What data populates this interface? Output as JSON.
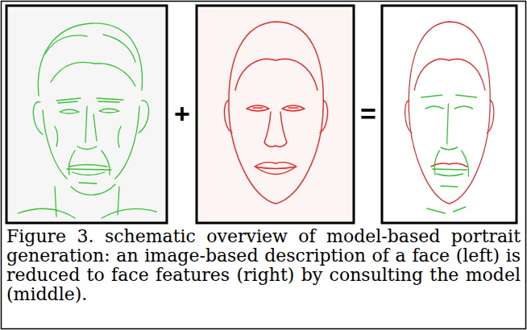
{
  "diagram": {
    "caption": "Figure 3. schematic overview of model-based portrait generation: an image-based description of a face (left) is reduced to face features (right) by consulting the model (middle).",
    "labels": [
      "+",
      "="
    ]
  }
}
